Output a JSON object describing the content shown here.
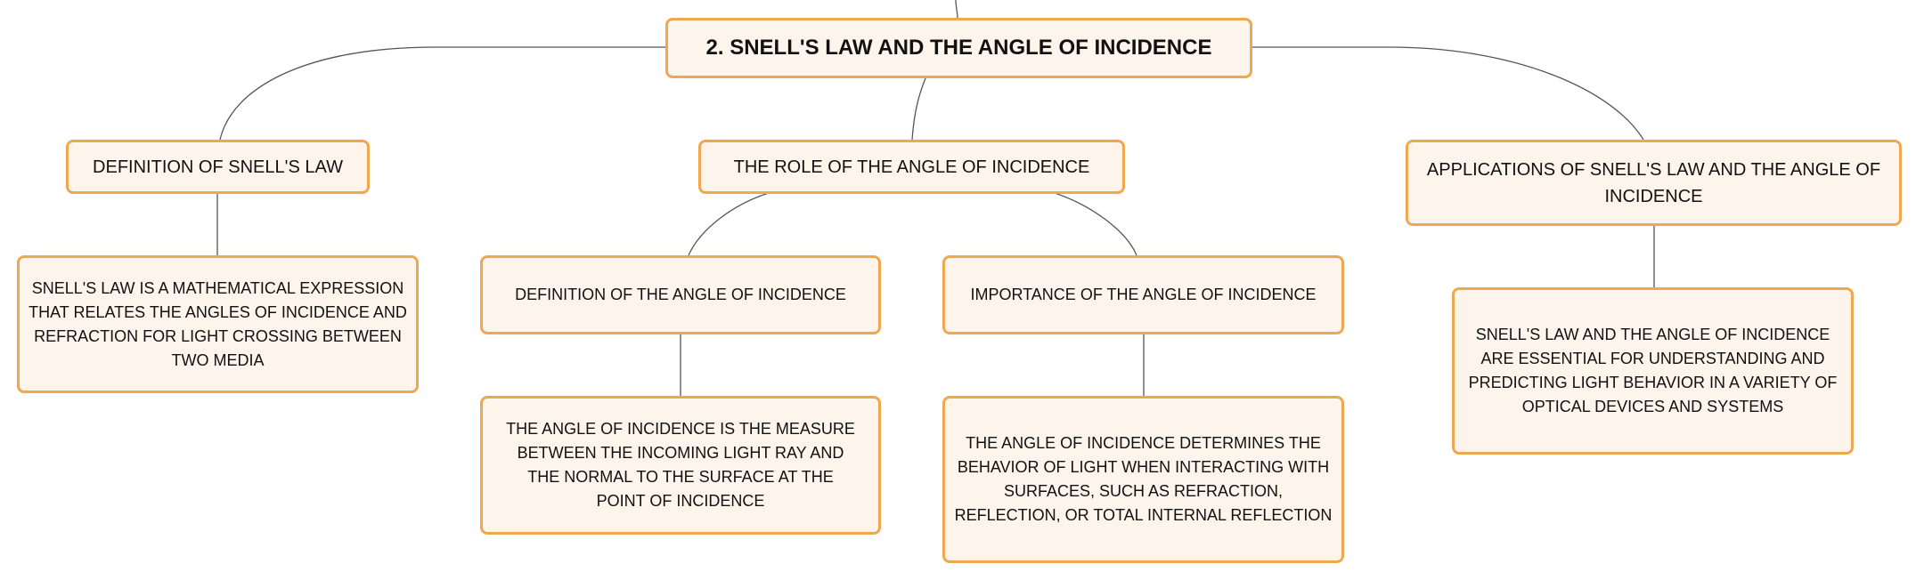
{
  "diagram": {
    "title": "2. SNELL'S LAW AND THE ANGLE OF INCIDENCE",
    "definition_branch": {
      "label": "DEFINITION OF SNELL'S LAW",
      "detail": "SNELL'S LAW IS A MATHEMATICAL EXPRESSION THAT RELATES THE ANGLES OF INCIDENCE AND REFRACTION FOR LIGHT CROSSING BETWEEN TWO MEDIA"
    },
    "role_branch": {
      "label": "THE ROLE OF THE ANGLE OF INCIDENCE",
      "definition": {
        "label": "DEFINITION OF THE ANGLE OF INCIDENCE",
        "detail": "THE ANGLE OF INCIDENCE IS THE MEASURE BETWEEN THE INCOMING LIGHT RAY AND THE NORMAL TO THE SURFACE AT THE POINT OF INCIDENCE"
      },
      "importance": {
        "label": "IMPORTANCE OF THE ANGLE OF INCIDENCE",
        "detail": "THE ANGLE OF INCIDENCE DETERMINES THE BEHAVIOR OF LIGHT WHEN INTERACTING WITH SURFACES, SUCH AS REFRACTION, REFLECTION, OR TOTAL INTERNAL REFLECTION"
      }
    },
    "applications_branch": {
      "label": "APPLICATIONS OF SNELL'S LAW AND THE ANGLE OF INCIDENCE",
      "detail": "SNELL'S LAW AND THE ANGLE OF INCIDENCE ARE ESSENTIAL FOR UNDERSTANDING AND PREDICTING LIGHT BEHAVIOR IN A VARIETY OF OPTICAL DEVICES AND SYSTEMS"
    }
  },
  "colors": {
    "node_fill": "#fdf4ec",
    "node_border": "#f0a850",
    "connector": "#555555",
    "text": "#111111"
  }
}
